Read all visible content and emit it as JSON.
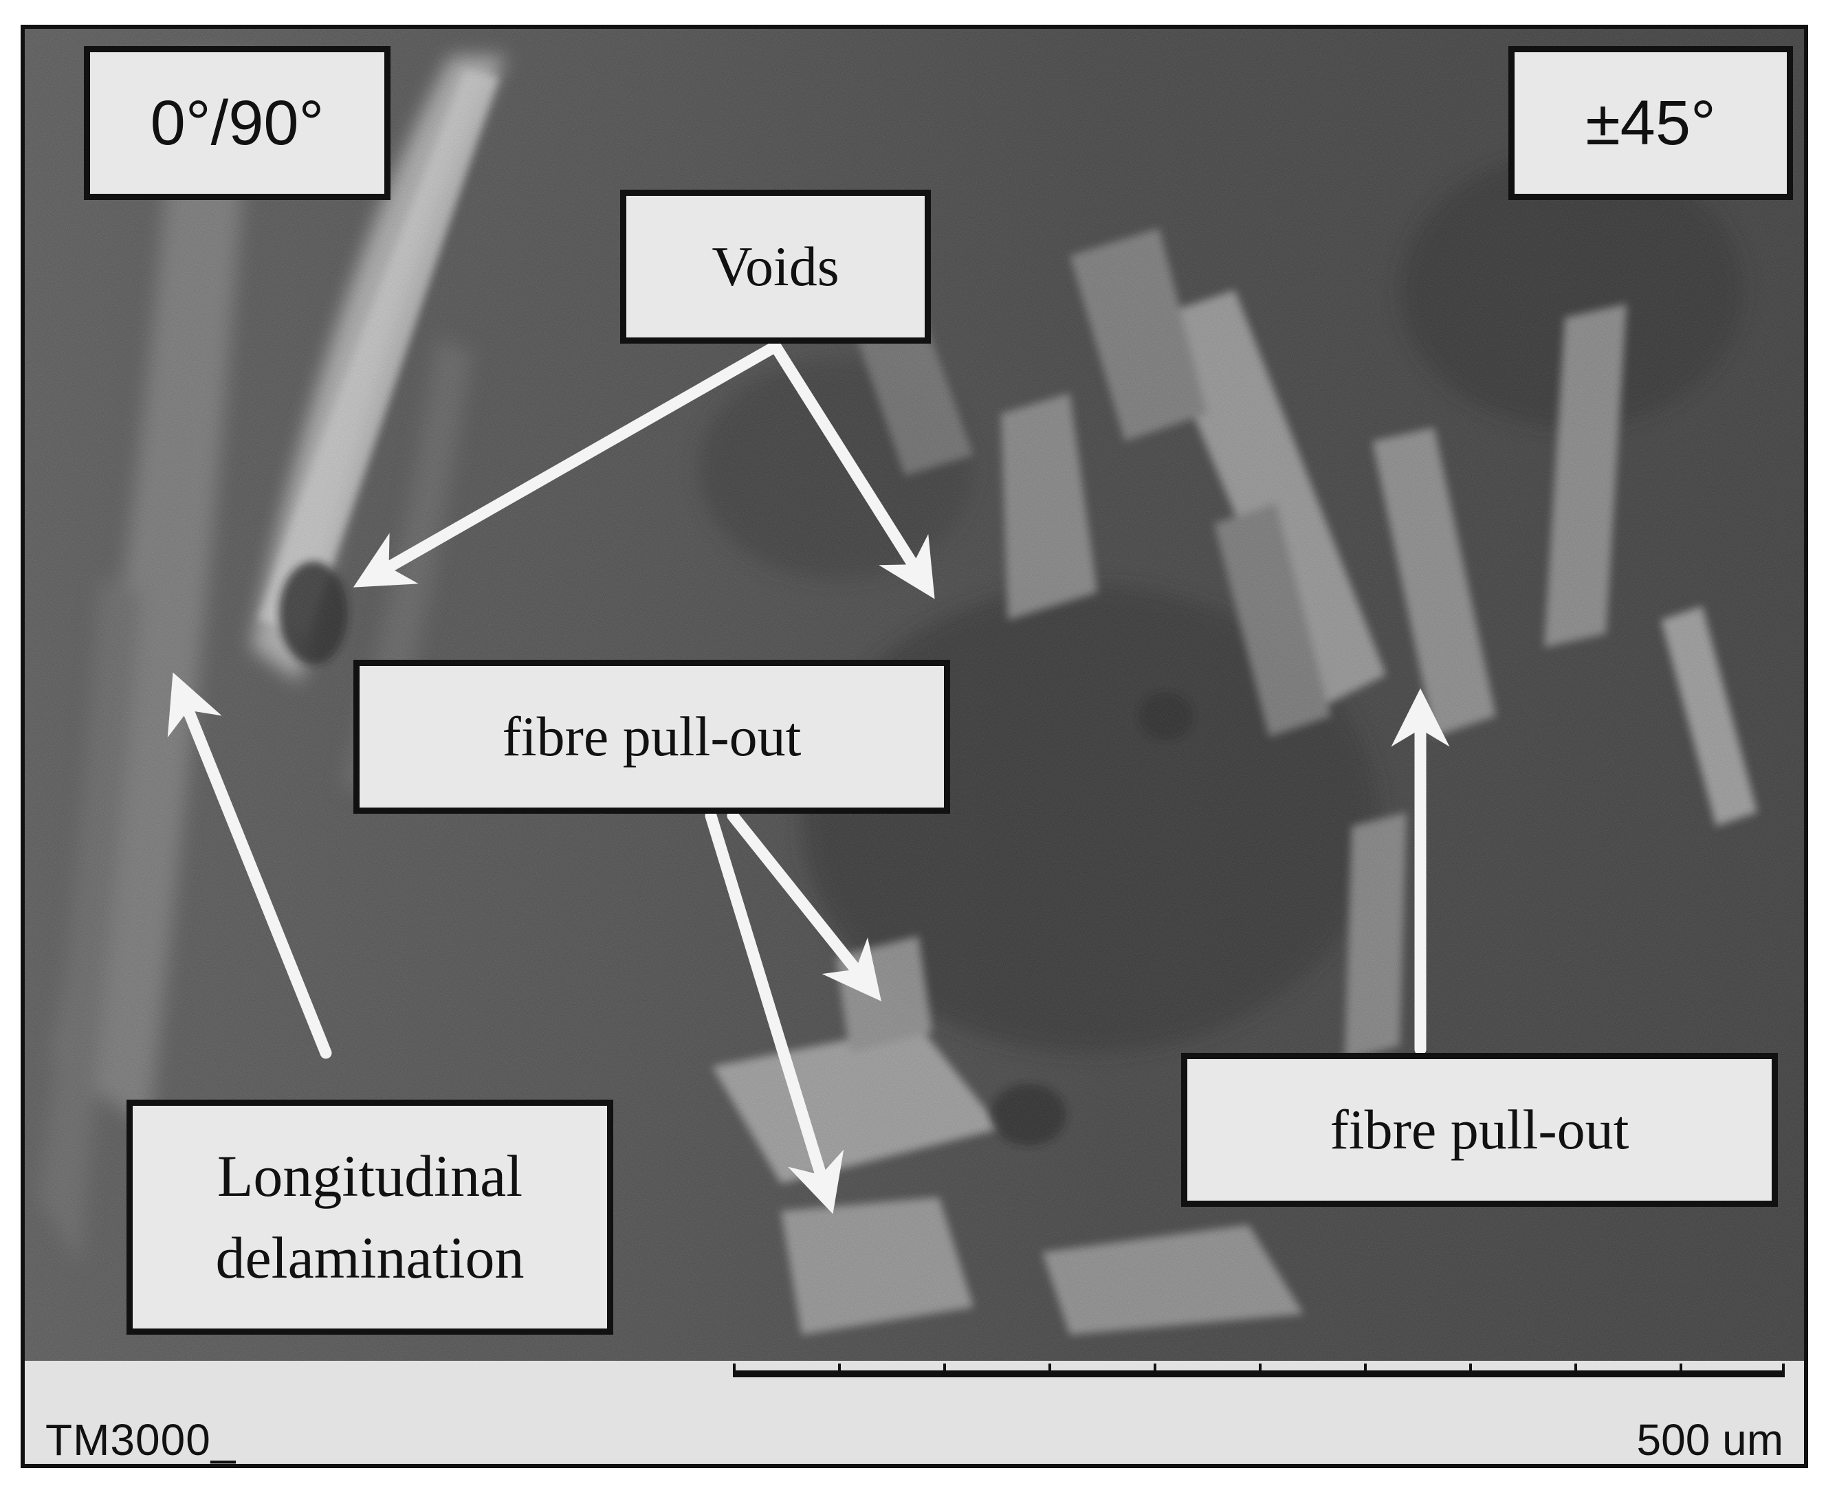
{
  "image": {
    "description_tags": [
      "SEM micrograph",
      "grayscale",
      "composite fracture surface"
    ]
  },
  "labels": {
    "orientation_left": "0°/90°",
    "orientation_right": "±45°",
    "voids": "Voids",
    "fibre_pull_out_1": "fibre pull-out",
    "fibre_pull_out_2": "fibre pull-out",
    "longitudinal_line1": "Longitudinal",
    "longitudinal_line2": "delamination"
  },
  "databar": {
    "instrument": "TM3000_",
    "scale_label": "500 um"
  },
  "colors": {
    "arrow": "#f4f4f4",
    "box_fill": "#e8e8e8",
    "border": "#111111",
    "databar": "#e2e2e2"
  }
}
